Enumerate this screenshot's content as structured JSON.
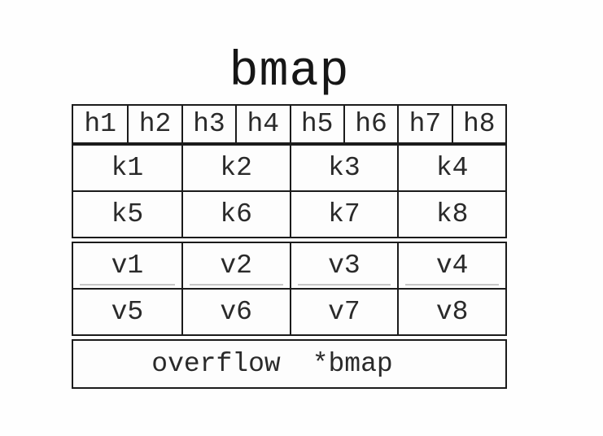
{
  "diagram": {
    "title": "bmap",
    "tophash": {
      "cells": [
        "h1",
        "h2",
        "h3",
        "h4",
        "h5",
        "h6",
        "h7",
        "h8"
      ]
    },
    "keys": {
      "row1": [
        "k1",
        "k2",
        "k3",
        "k4"
      ],
      "row2": [
        "k5",
        "k6",
        "k7",
        "k8"
      ]
    },
    "values": {
      "row1": [
        "v1",
        "v2",
        "v3",
        "v4"
      ],
      "row2": [
        "v5",
        "v6",
        "v7",
        "v8"
      ]
    },
    "overflow": {
      "label": "overflow",
      "type": "*bmap"
    }
  },
  "colors": {
    "ink": "#1b1b1b",
    "background": "#fefefe",
    "faint_line": "#c7c7c7"
  }
}
